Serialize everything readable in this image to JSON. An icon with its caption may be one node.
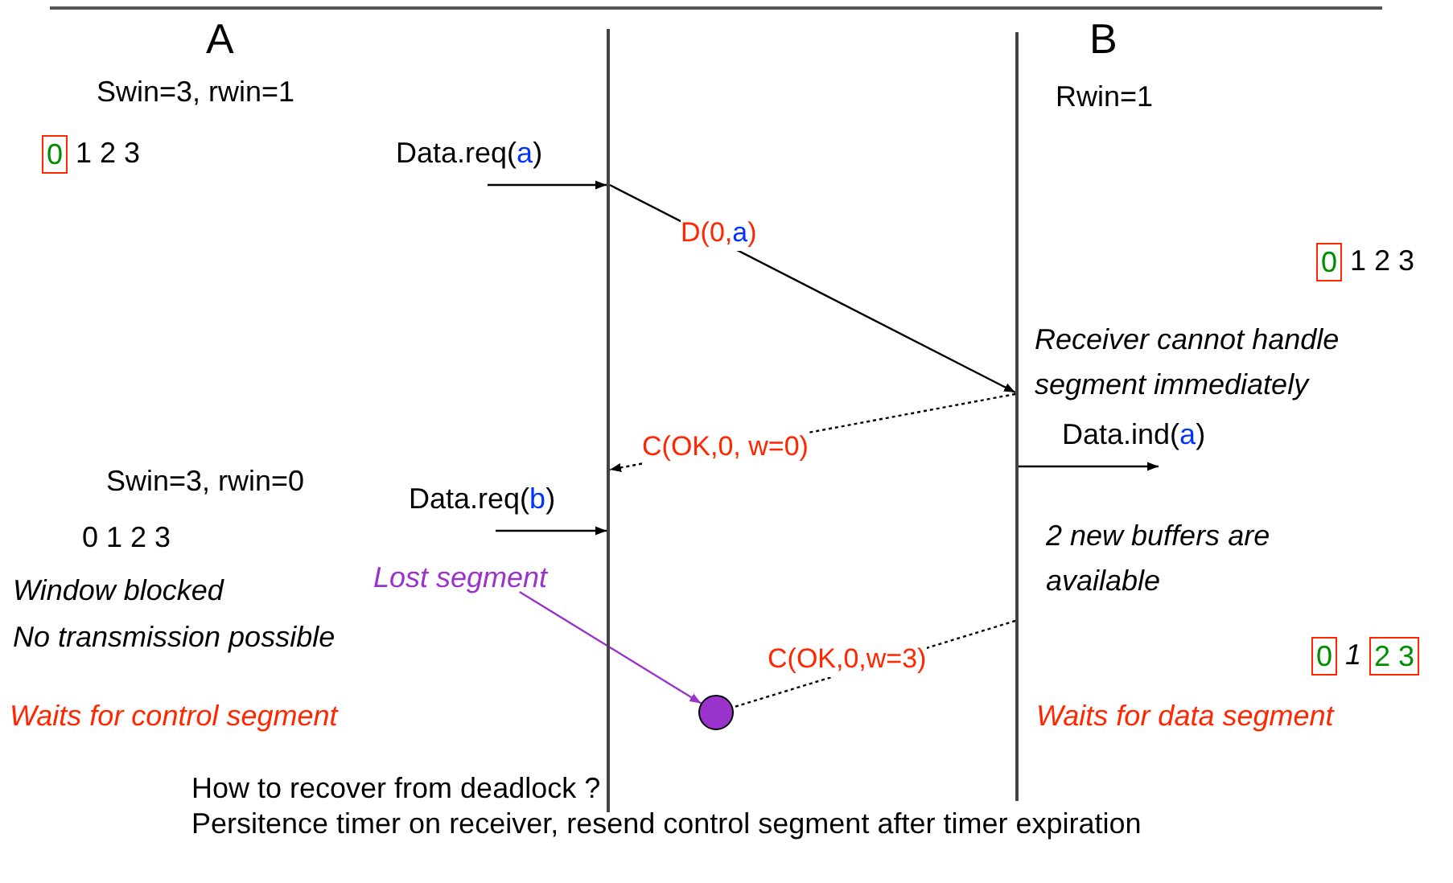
{
  "diagram": {
    "nodes": [
      {
        "text": [],
        "shape": "bar"
      },
      {
        "text": [],
        "shape": "bar"
      },
      {
        "text": [],
        "shape": "circle"
      },
      {
        "text": [
          "Lost segment"
        ]
      }
    ],
    "edges": [
      {
        "from": null,
        "to": 0,
        "arrow": "to",
        "label": "Data.req(a)"
      },
      {
        "from": 0,
        "to": 1,
        "arrow": "to",
        "label": "D(0,a)"
      },
      {
        "from": 1,
        "to": 0,
        "arrow": "to",
        "style": "dashed",
        "label": "C(OK,0, w=0)"
      },
      {
        "from": 1,
        "to": null,
        "arrow": "to",
        "label": "Data.ind(a)"
      },
      {
        "from": null,
        "to": 0,
        "arrow": "to",
        "label": "Data.req(b)"
      },
      {
        "from": 1,
        "to": 2,
        "arrow": "none",
        "style": "dashed",
        "label": "C(OK,0,w=3)"
      },
      {
        "from": 3,
        "to": 2,
        "arrow": "to",
        "color": "#9933cc"
      }
    ],
    "labels": [
      "A",
      "B",
      "Swin=3, rwin=1",
      "Rwin=1",
      "0 1 2 3",
      "0 1 2 3",
      "Receiver cannot handle segment immediately",
      "Swin=3, rwin=0",
      "0 1 2 3",
      "2 new buffers are available",
      "Window blocked",
      "No transmission possible",
      "0 1 2 3",
      "Waits for control segment",
      "Waits for data segment",
      "How to recover from deadlock ?",
      "Persitence timer on receiver, resend control segment after timer expiration"
    ]
  }
}
